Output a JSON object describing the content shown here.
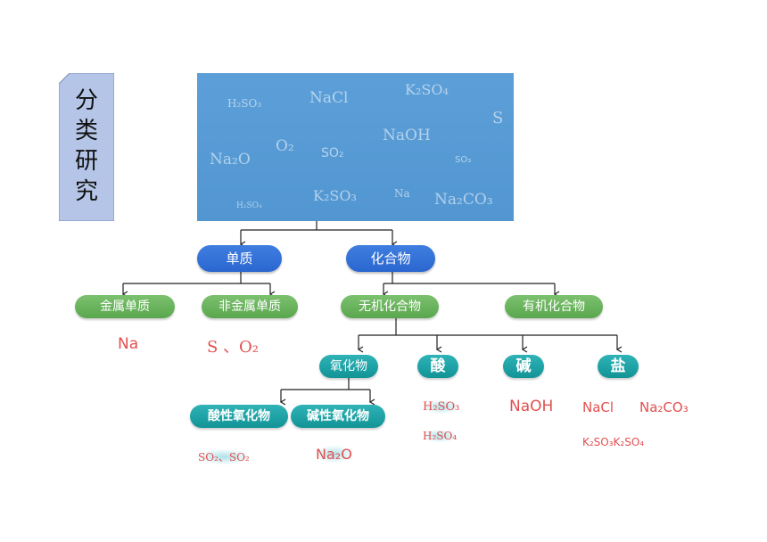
{
  "title": "分类研究",
  "substances": [
    {
      "id": "h2so3",
      "text": "H₂SO₃"
    },
    {
      "id": "nacl",
      "text": "NaCl"
    },
    {
      "id": "k2so4",
      "text": "K₂SO₄"
    },
    {
      "id": "s",
      "text": "S"
    },
    {
      "id": "o2",
      "text": "O₂"
    },
    {
      "id": "naoh",
      "text": "NaOH"
    },
    {
      "id": "na2o",
      "text": "Na₂O"
    },
    {
      "id": "so2",
      "text": "SO₂"
    },
    {
      "id": "so3",
      "text": "SO₃"
    },
    {
      "id": "k2so3",
      "text": "K₂SO₃"
    },
    {
      "id": "na",
      "text": "Na"
    },
    {
      "id": "na2co3",
      "text": "Na₂CO₃"
    },
    {
      "id": "h2so4",
      "text": "H₂SO₄"
    }
  ],
  "nodes": {
    "elemental": "单质",
    "compound": "化合物",
    "metal_elemental": "金属单质",
    "nonmetal_elemental": "非金属单质",
    "inorganic": "无机化合物",
    "organic": "有机化合物",
    "oxide": "氧化物",
    "acid": "酸",
    "base": "碱",
    "salt": "盐",
    "acidic_oxide": "酸性氧化物",
    "basic_oxide": "碱性氧化物"
  },
  "answers": {
    "metal_elemental": "Na",
    "nonmetal_elemental": "S 、O₂",
    "acid_1": "H₂SO₃",
    "acid_2": "H₂SO₄",
    "base": "NaOH",
    "salt_1": "NaCl",
    "salt_2": "Na₂CO₃",
    "salt_3": "K₂SO₃K₂SO₄",
    "acidic_oxide": "SO₂、SO₂",
    "basic_oxide": "Na₂O"
  },
  "colors": {
    "box_blue": "#5b9bd5",
    "pill_blue": "#2f6fd8",
    "pill_green": "#62ad55",
    "pill_teal": "#1a9ea1",
    "answer_red": "#e0504f",
    "tab_fill": "#b4c5e7"
  }
}
